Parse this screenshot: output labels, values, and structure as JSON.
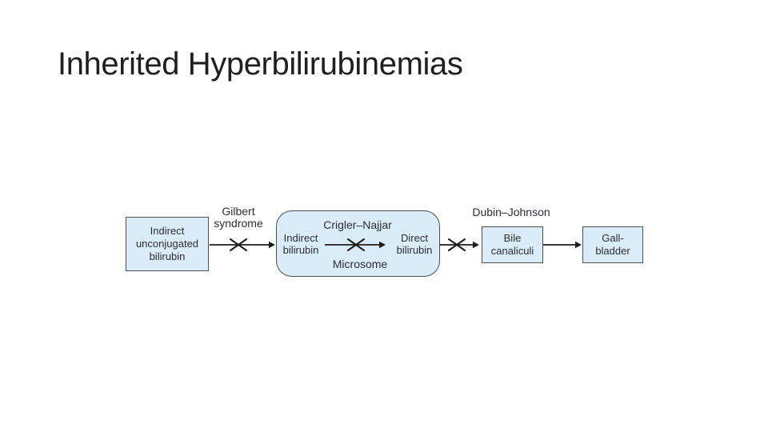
{
  "slide": {
    "title": "Inherited Hyperbilirubinemias"
  },
  "diagram": {
    "labels": {
      "gilbert": "Gilbert\nsyndrome",
      "crigler": "Crigler–Najjar",
      "dubin": "Dubin–Johnson",
      "microsome": "Microsome"
    },
    "boxes": {
      "indirect_unconjugated": "Indirect\nunconjugated\nbilirubin",
      "indirect_bilirubin": "Indirect\nbilirubin",
      "direct_bilirubin": "Direct\nbilirubin",
      "bile_canaliculi": "Bile\ncanaliculi",
      "gall_bladder": "Gall-\nbladder"
    },
    "colors": {
      "box_fill": "#d9ecf8",
      "box_border": "#4b5054",
      "arrow": "#1c1c1c",
      "text": "#2a2e31",
      "title": "#1f1f1f"
    }
  }
}
